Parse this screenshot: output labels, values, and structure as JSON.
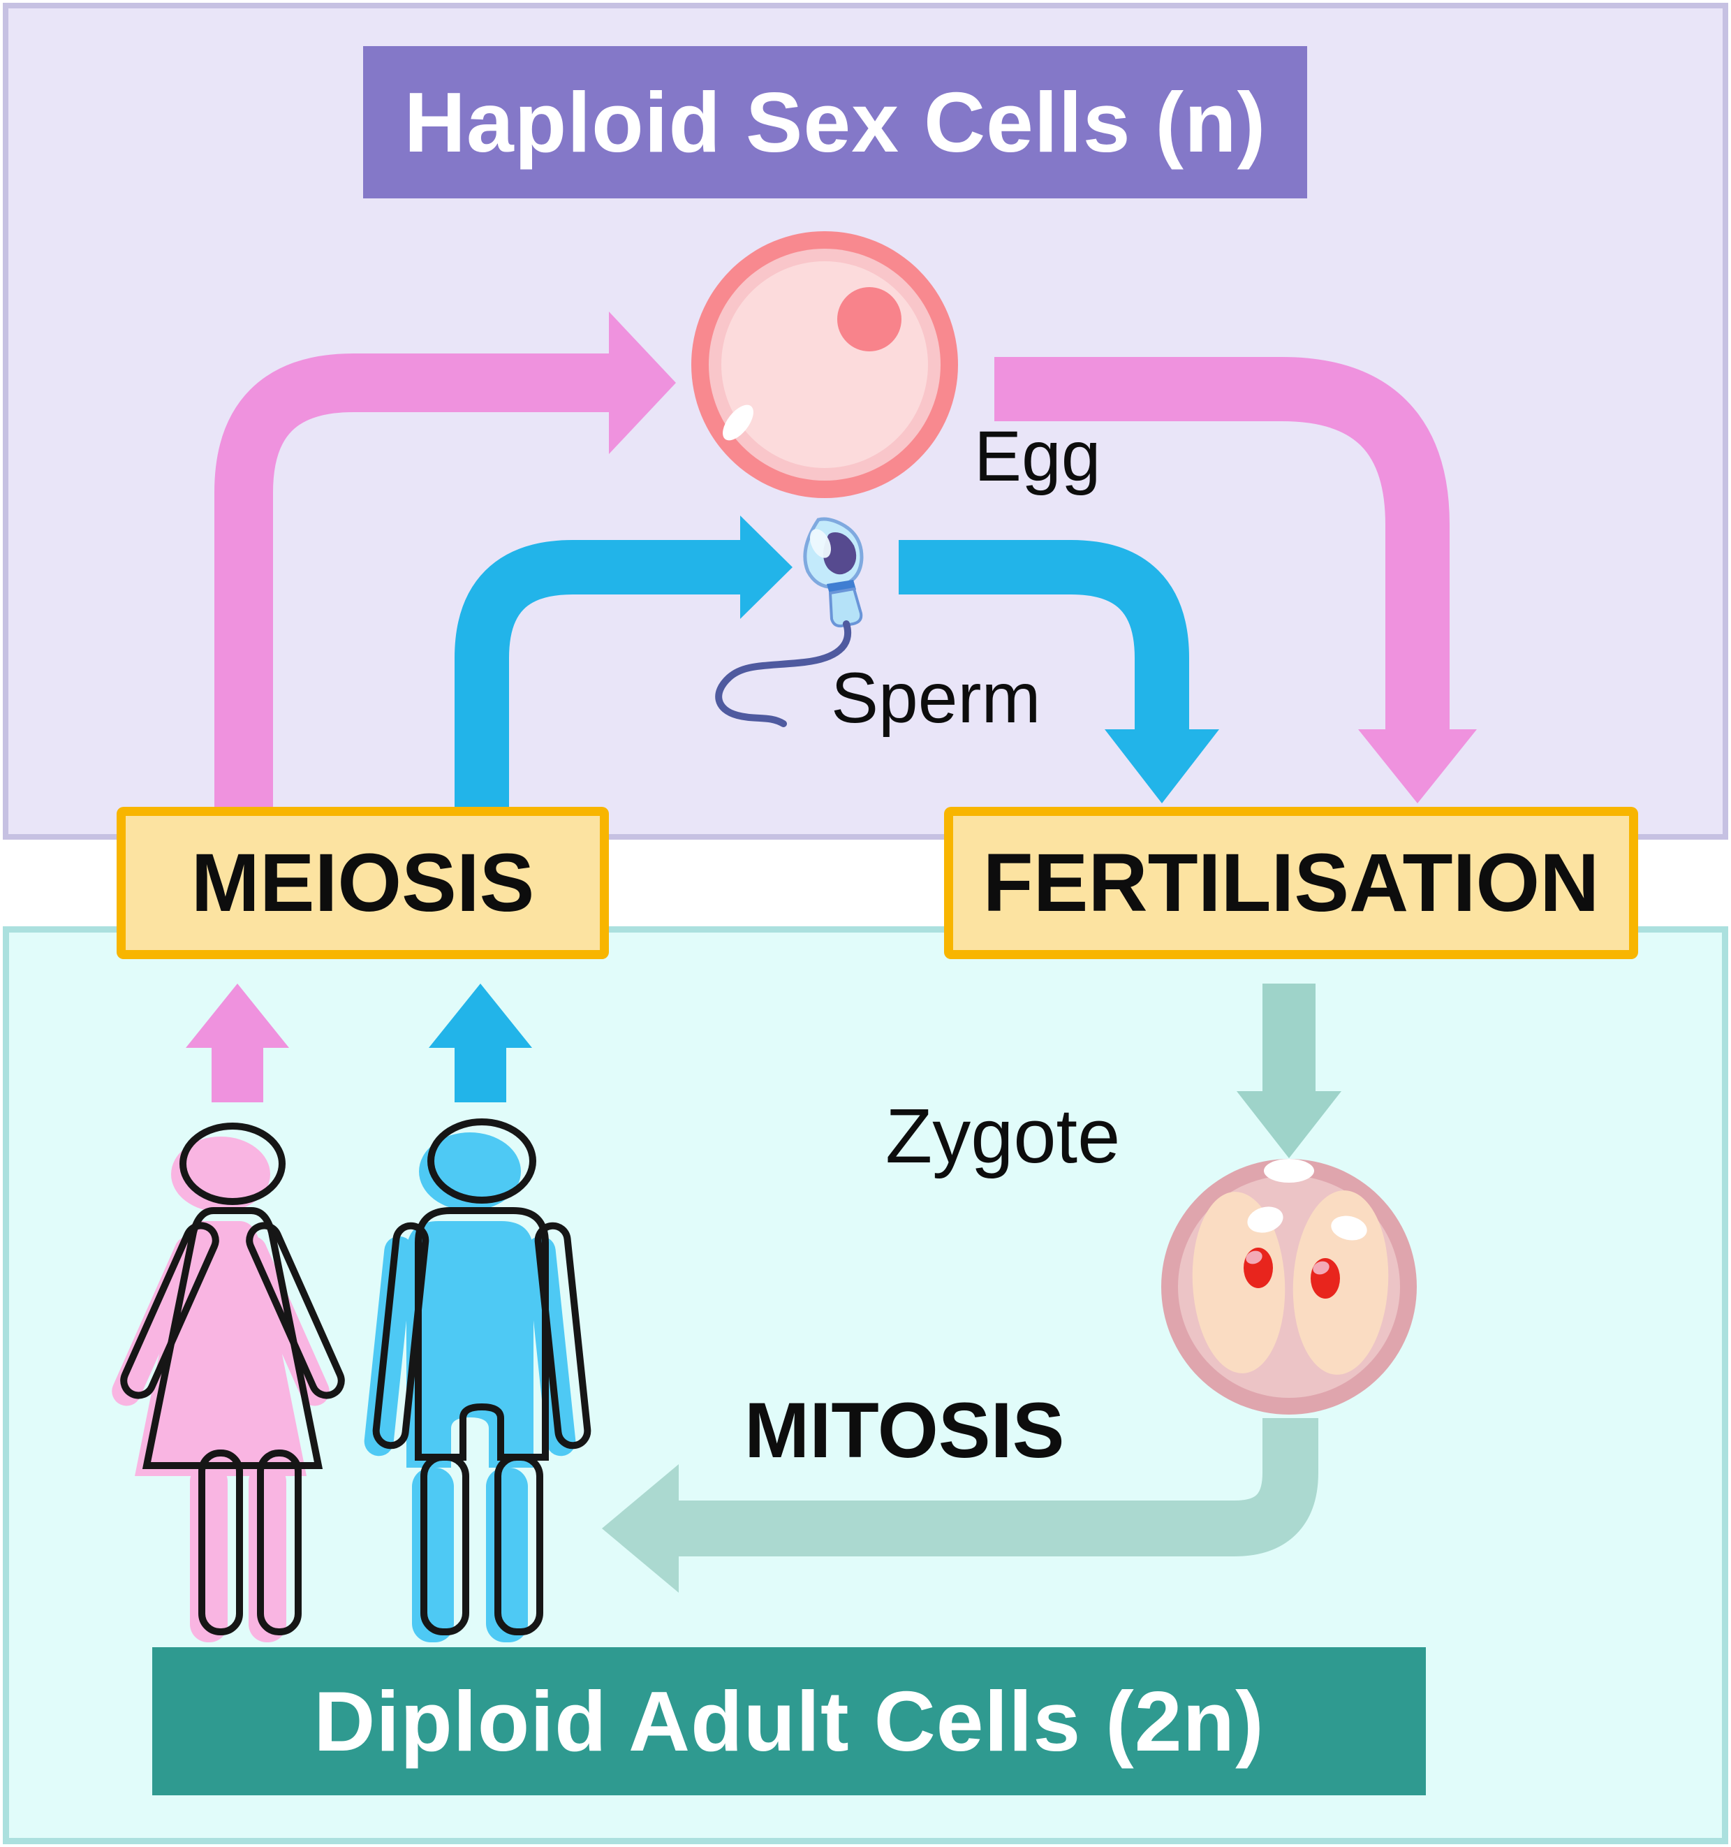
{
  "diagram": {
    "top_section_title": "Haploid Sex Cells (n)",
    "bottom_section_title": "Diploid Adult Cells (2n)",
    "process_labels": {
      "meiosis": "MEIOSIS",
      "fertilisation": "FERTILISATION",
      "mitosis": "MITOSIS"
    },
    "cell_labels": {
      "egg": "Egg",
      "sperm": "Sperm",
      "zygote": "Zygote"
    }
  },
  "illustrations": [
    "egg-cell-illustration",
    "sperm-cell-illustration",
    "zygote-illustration",
    "female-adult-icon",
    "male-adult-icon",
    "meiosis-to-egg-arrow",
    "meiosis-to-sperm-arrow",
    "egg-to-fertilisation-arrow",
    "sperm-to-fertilisation-arrow",
    "female-to-meiosis-arrow",
    "male-to-meiosis-arrow",
    "fertilisation-to-zygote-arrow",
    "zygote-to-adults-mitosis-arrow"
  ],
  "colors": {
    "haploid_panel_bg": "#e9e5f8",
    "haploid_panel_border": "#c6c1e2",
    "diploid_panel_bg": "#e1fcfa",
    "diploid_panel_border": "#abe0de",
    "haploid_banner_bg": "#8478c8",
    "diploid_banner_bg": "#2f9a90",
    "process_box_bg": "#fce3a1",
    "process_box_border": "#f8b500",
    "pink_arrow": "#ef92de",
    "blue_arrow": "#22b4e9",
    "teal_arrow": "#9ed3c9",
    "mitosis_arrow": "#abd9d0",
    "egg_outer": "#f8898f",
    "egg_inner": "#fcdbdc",
    "zygote_outer": "#dfa5ad",
    "zygote_lobe": "#fadcc2",
    "zygote_nucleus_red": "#e8251d",
    "female_fill": "#f9b5e2",
    "male_fill": "#4ec9f4",
    "text_dark": "#0d0d0d",
    "text_light": "#ffffff"
  }
}
